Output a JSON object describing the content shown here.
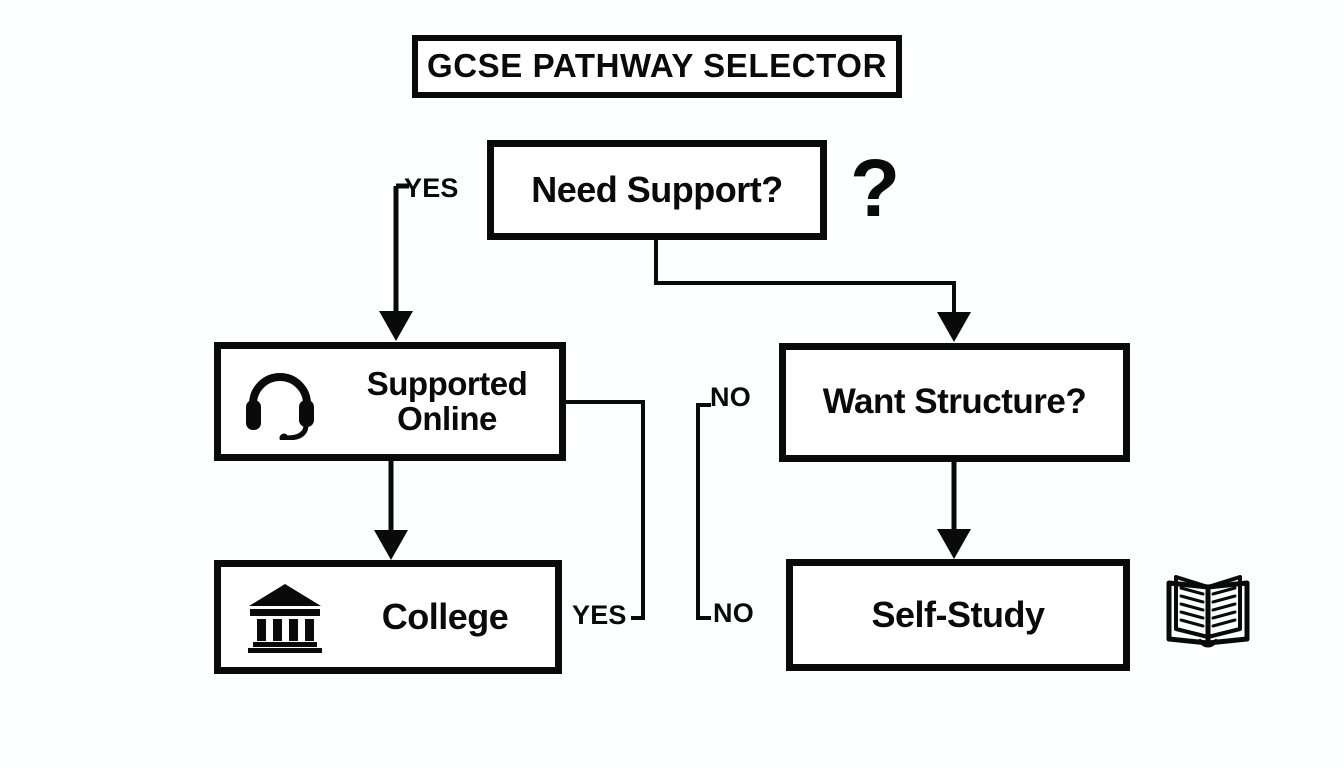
{
  "title": {
    "text": "GCSE PATHWAY SELECTOR"
  },
  "nodes": {
    "need_support": {
      "label": "Need Support?",
      "type": "decision"
    },
    "supported_online": {
      "label": "Supported\nOnline",
      "line1": "Supported",
      "line2": "Online",
      "type": "outcome",
      "icon": "headset-icon"
    },
    "college": {
      "label": "College",
      "type": "outcome",
      "icon": "bank-icon"
    },
    "want_structure": {
      "label": "Want Structure?",
      "type": "decision"
    },
    "self_study": {
      "label": "Self-Study",
      "type": "outcome"
    }
  },
  "edges": {
    "need_support_yes": {
      "label": "YES",
      "from": "need_support",
      "to": "supported_online"
    },
    "need_support_no": {
      "label": "",
      "from": "need_support",
      "to": "want_structure"
    },
    "supported_online_to_college": {
      "label": "",
      "from": "supported_online",
      "to": "college"
    },
    "college_yes": {
      "label": "YES",
      "from": "supported_online",
      "to": "college-branch"
    },
    "want_structure_no_top": {
      "label": "NO",
      "from": "want_structure",
      "to": "branch"
    },
    "want_structure_no_bottom": {
      "label": "NO",
      "from": "branch",
      "to": "self_study"
    },
    "want_structure_to_self_study": {
      "label": "",
      "from": "want_structure",
      "to": "self_study"
    }
  },
  "icons": {
    "question_mark": "?",
    "headset": "headset-icon",
    "bank": "bank-icon",
    "book": "open-book-icon"
  },
  "colors": {
    "background": "#fdfefe",
    "stroke": "#0a0a0a",
    "box_fill": "#ffffff"
  }
}
